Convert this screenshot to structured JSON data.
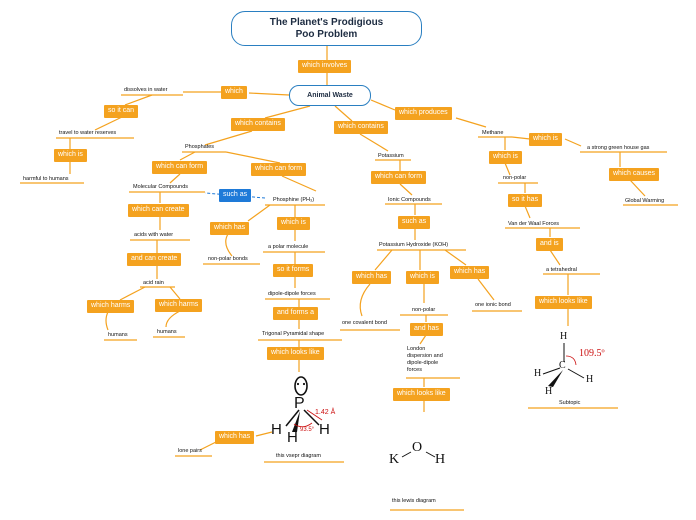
{
  "title": "The Planet's Prodigious\nPoo Problem",
  "central": "Animal Waste",
  "links": {
    "which_involves": "which involves",
    "which_left": "which",
    "so_it_can": "so it can",
    "which_is_harmful": "which is",
    "which_contains_1": "which contains",
    "which_contains_2": "which contains",
    "which_produces": "which produces",
    "which_can_form_1": "which can form",
    "which_can_form_2": "which can form",
    "such_as_1": "such as",
    "which_can_create": "which can create",
    "and_can_create": "and can create",
    "which_harms_1": "which harms",
    "which_harms_2": "which harms",
    "which_has_1": "which has",
    "which_is_2": "which is",
    "so_it_forms": "so it forms",
    "and_forms_a": "and forms a",
    "which_looks_like_1": "which looks like",
    "which_has_lone": "which has",
    "which_can_form_3": "which can form",
    "such_as_2": "such as",
    "which_has_2": "which has",
    "which_is_3": "which is",
    "which_has_3": "which has",
    "and_has": "and has",
    "which_looks_like_2": "which looks like",
    "which_is_4": "which is",
    "which_is_5": "which is",
    "so_it_has": "so it has",
    "and_is": "and is",
    "which_looks_like_3": "which looks like",
    "which_causes": "which causes"
  },
  "nodes": {
    "dissolves": "dissolves in water",
    "travel": "travel to water reserves",
    "harmful": "harmful to humans",
    "phosphates": "Phosphates",
    "molecular": "Molecular Compounds",
    "acids": "acids with water",
    "acid_rain": "acid rain",
    "humans_1": "humans",
    "humans_2": "humans",
    "phosphine": "Phosphine (PH₃)",
    "nonpolar_bonds": "non-polar bonds",
    "polar_molecule": "a polar molecule",
    "dipole": "dipole-dipole forces",
    "trigonal": "Trigonal Pyramidal shape",
    "lone_pairs": "lone pairs",
    "vsepr": "this vsepr diagram",
    "potassium": "Potassium",
    "ionic": "Ionic Compounds",
    "koh": "Potassium Hydroxide (KOH)",
    "one_covalent": "one covalent bond",
    "nonpolar_2": "non-polar",
    "london": "London\ndispersion and\ndipole-dipole\nforces",
    "one_ionic": "one ionic bond",
    "lewis": "this lewis diagram",
    "methane": "Methane",
    "nonpolar_3": "non-polar",
    "van_der_waal": "Van der Waal Forces",
    "tetrahedral": "a tetrahedral",
    "subtopic": "Subtopic",
    "greenhouse": "a strong green house gas",
    "global_warming": "Global Warming"
  },
  "diagrams": {
    "ph3": {
      "P": "P",
      "H1": "H",
      "H2": "H",
      "H3": "H",
      "bond_length": "1.42 Å",
      "angle": "93.5°"
    },
    "koh": {
      "K": "K",
      "O": "O",
      "H": "H"
    },
    "ch4": {
      "C": "C",
      "H1": "H",
      "H2": "H",
      "H3": "H",
      "H4": "H",
      "angle": "109.5º"
    }
  },
  "colors": {
    "link": "#f4a21f",
    "accent": "#1e7ad8",
    "border": "#2a7fc1",
    "annotation": "#cc1111"
  }
}
